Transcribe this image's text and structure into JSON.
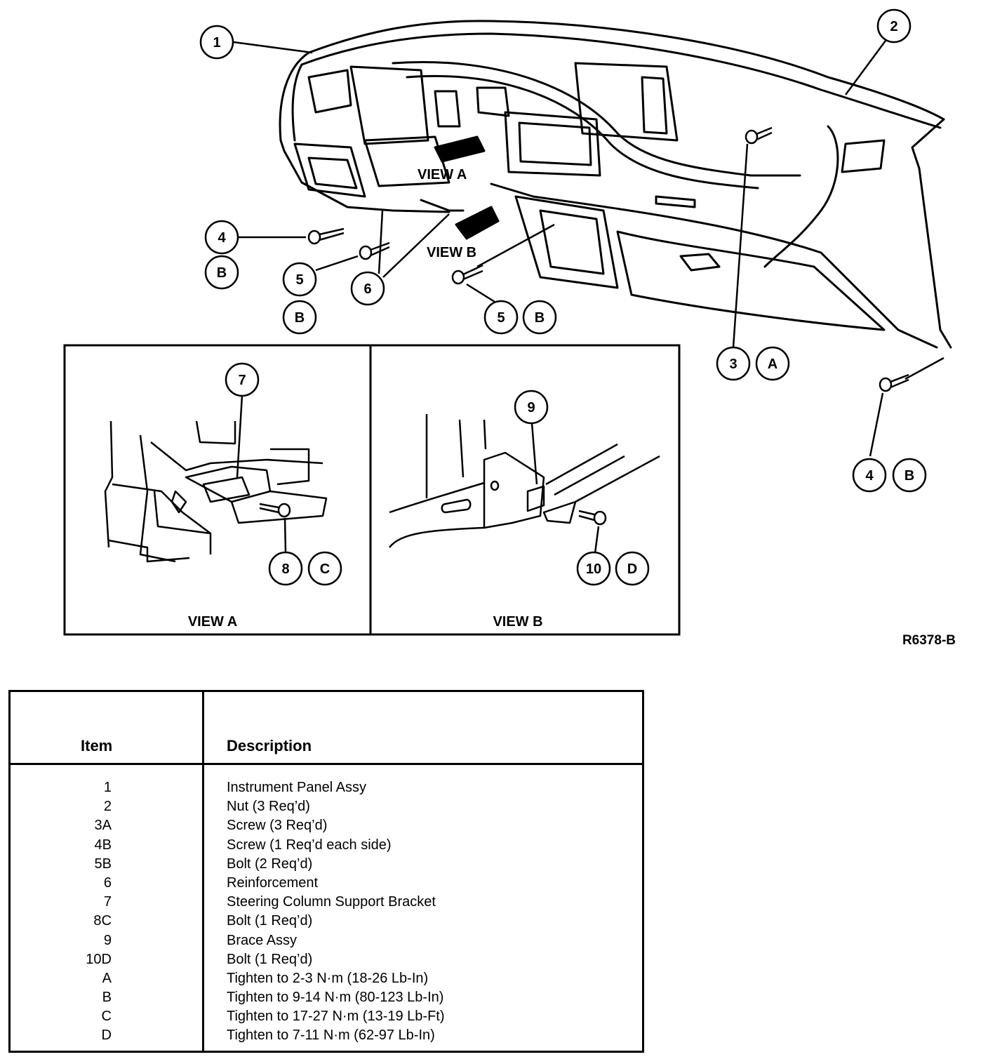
{
  "figure": {
    "id": "R6378-B",
    "view_labels": [
      "VIEW A",
      "VIEW B"
    ],
    "panel_captions": [
      "VIEW A",
      "VIEW B"
    ],
    "callouts": [
      "1",
      "2",
      "3",
      "A",
      "4",
      "B",
      "5",
      "B",
      "6",
      "5",
      "B",
      "4",
      "B",
      "7",
      "8",
      "C",
      "9",
      "10",
      "D"
    ]
  },
  "table": {
    "header_item": "Item",
    "header_description": "Description",
    "rows": [
      {
        "item": "1",
        "description": "Instrument Panel Assy"
      },
      {
        "item": "2",
        "description": "Nut (3 Req’d)"
      },
      {
        "item": "3A",
        "description": "Screw (3 Req’d)"
      },
      {
        "item": "4B",
        "description": "Screw (1 Req’d each side)"
      },
      {
        "item": "5B",
        "description": "Bolt (2 Req’d)"
      },
      {
        "item": "6",
        "description": "Reinforcement"
      },
      {
        "item": "7",
        "description": "Steering Column Support Bracket"
      },
      {
        "item": "8C",
        "description": "Bolt (1 Req’d)"
      },
      {
        "item": "9",
        "description": "Brace Assy"
      },
      {
        "item": "10D",
        "description": "Bolt (1 Req’d)"
      },
      {
        "item": "A",
        "description": "Tighten to 2-3 N·m (18-26 Lb-In)"
      },
      {
        "item": "B",
        "description": "Tighten to 9-14 N·m (80-123 Lb-In)"
      },
      {
        "item": "C",
        "description": "Tighten to 17-27 N·m (13-19 Lb-Ft)"
      },
      {
        "item": "D",
        "description": "Tighten to 7-11 N·m (62-97 Lb-In)"
      }
    ]
  }
}
